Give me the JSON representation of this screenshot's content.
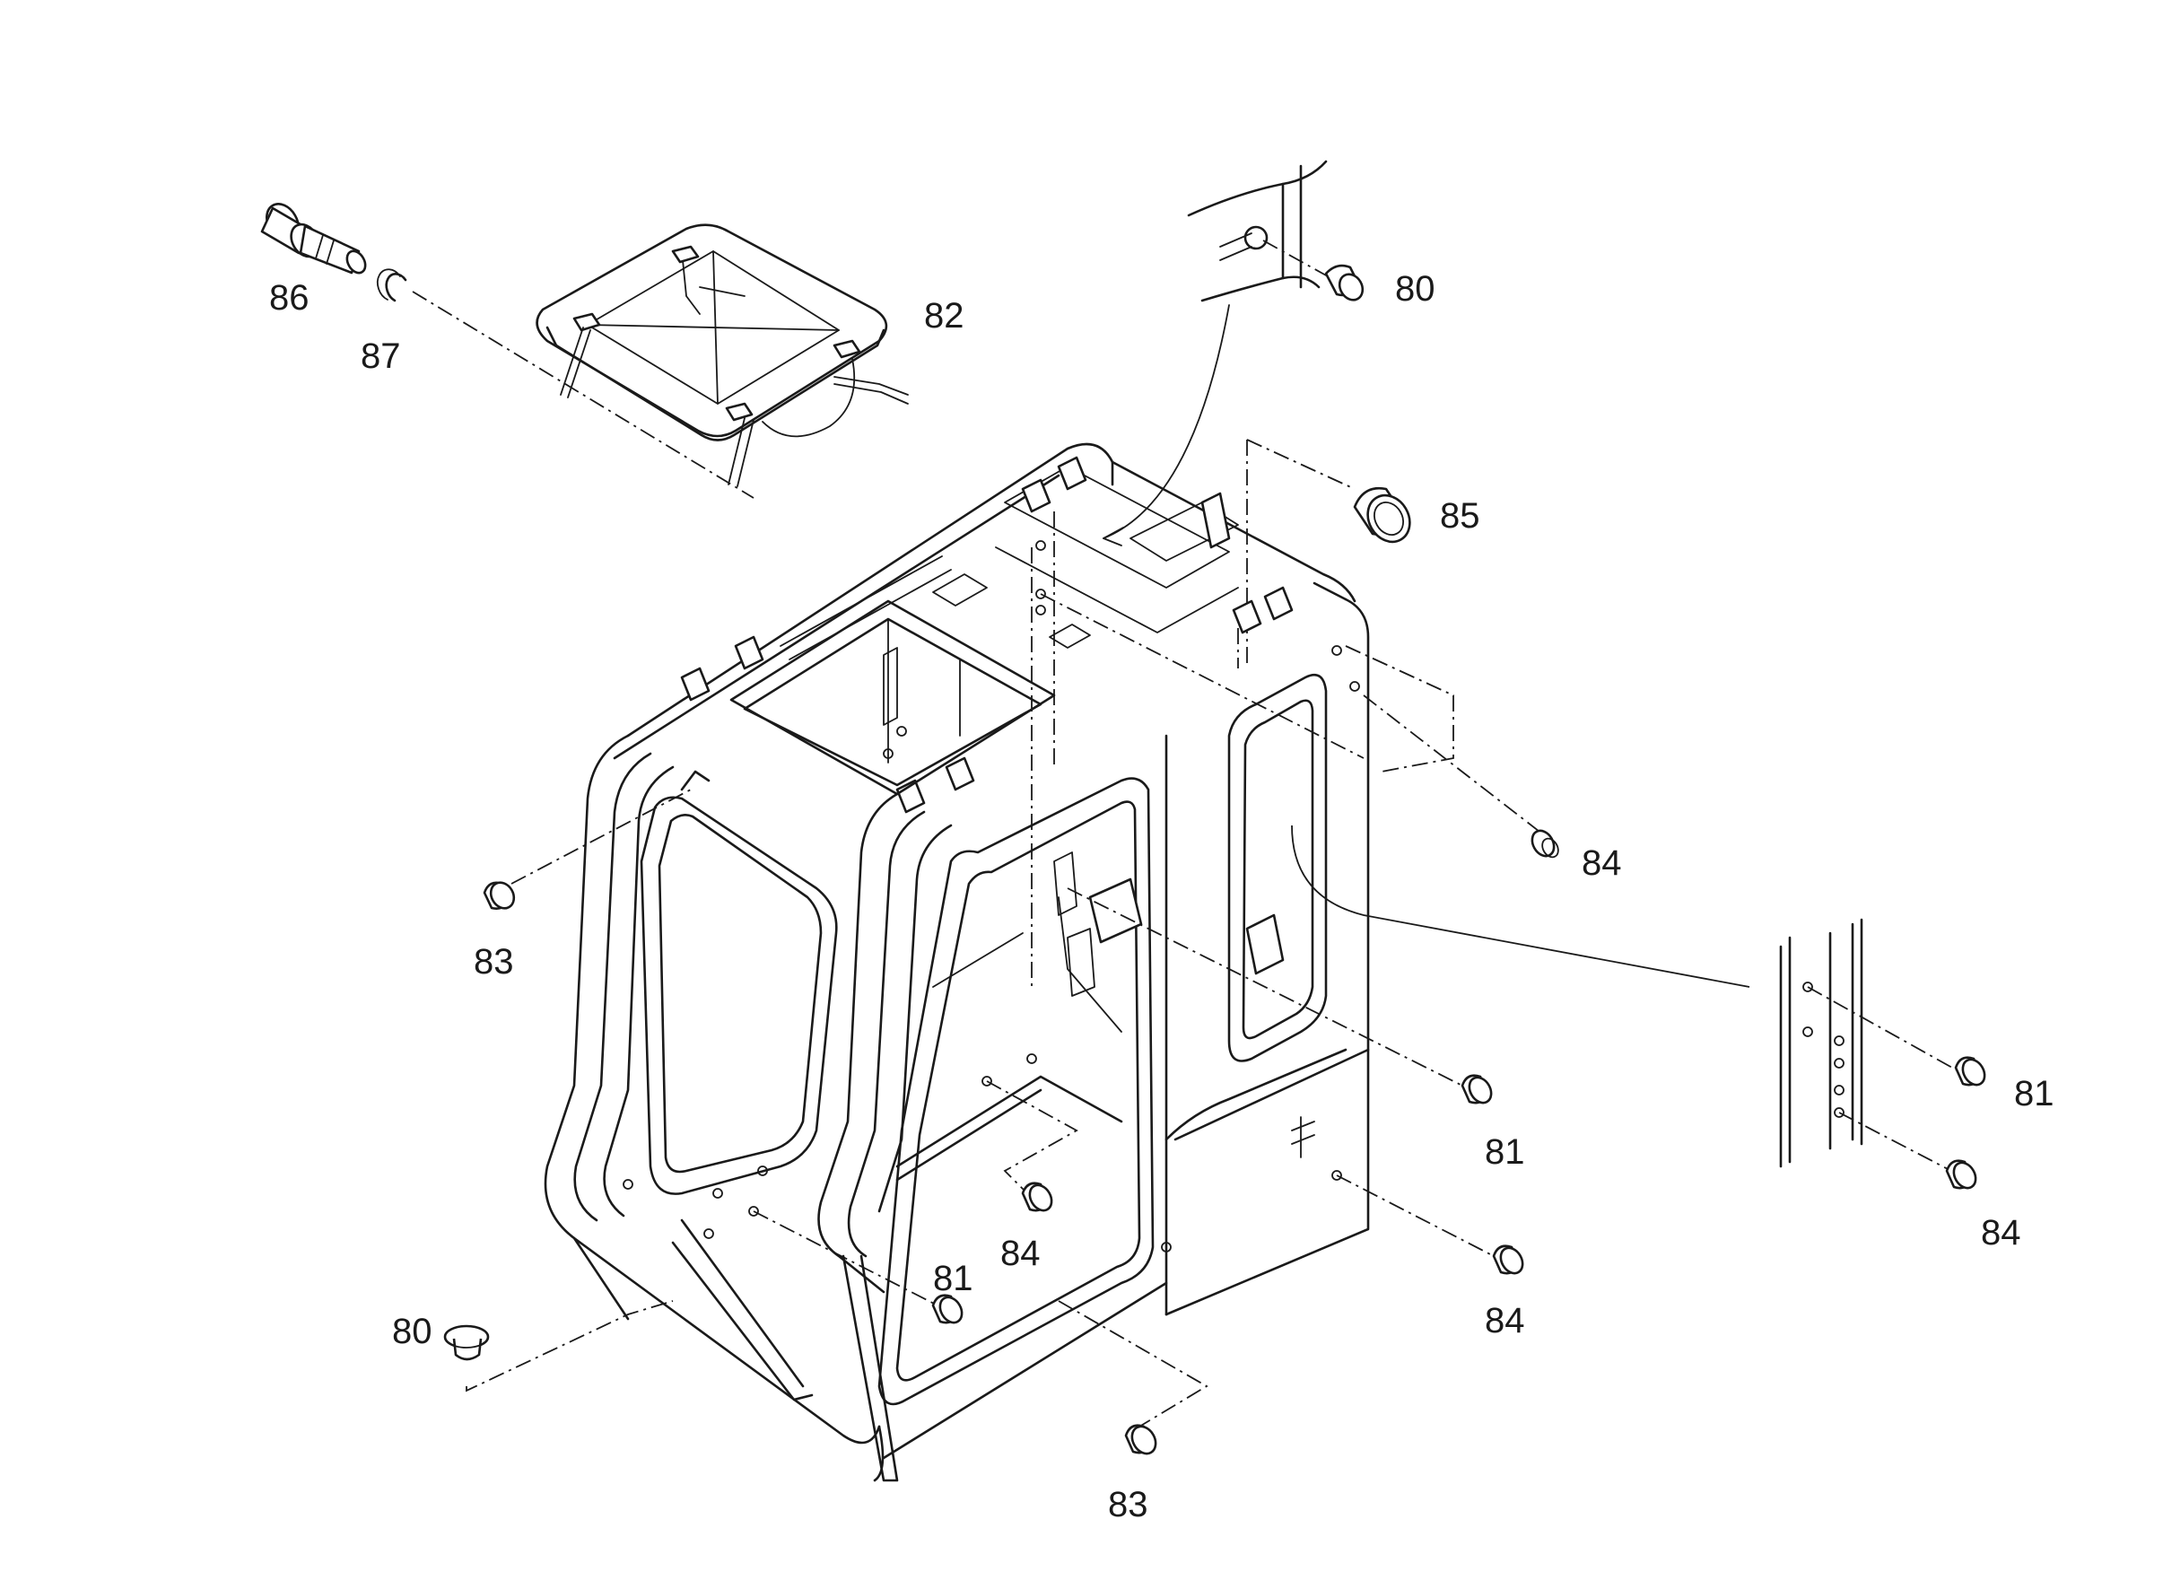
{
  "diagram": {
    "type": "exploded-parts-drawing",
    "subject": "operator cab frame",
    "labels": [
      {
        "id": "label-86",
        "text": "86"
      },
      {
        "id": "label-87",
        "text": "87"
      },
      {
        "id": "label-82",
        "text": "82"
      },
      {
        "id": "label-80-top",
        "text": "80"
      },
      {
        "id": "label-85",
        "text": "85"
      },
      {
        "id": "label-84-right",
        "text": "84"
      },
      {
        "id": "label-83-left",
        "text": "83"
      },
      {
        "id": "label-81-center",
        "text": "81"
      },
      {
        "id": "label-81-far-right",
        "text": "81"
      },
      {
        "id": "label-84-far-right",
        "text": "84"
      },
      {
        "id": "label-84-floor",
        "text": "84"
      },
      {
        "id": "label-81-front",
        "text": "81"
      },
      {
        "id": "label-84-bottom-right",
        "text": "84"
      },
      {
        "id": "label-80-bottom",
        "text": "80"
      },
      {
        "id": "label-83-bottom",
        "text": "83"
      }
    ]
  }
}
